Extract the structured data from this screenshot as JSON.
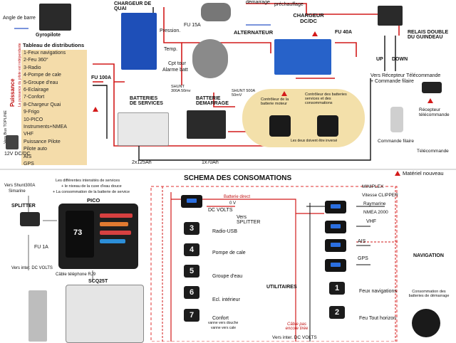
{
  "top": {
    "angle_label": "Angle de barre",
    "gyropilote_label": "Gyropilote",
    "panel_title": "Tableau de distributions",
    "panel_items": [
      "1-Feux navigations",
      "2-Feu 360°",
      "3-Radio",
      "4-Pompe de cale",
      "5-Groupe d'eau",
      "6-Eclairage",
      "7-Confort",
      "8-Chargeur Quai",
      "9-Frigo",
      "10-PICO",
      "Instruments+NMEA",
      "VHF",
      "Puissance Pilote",
      "Pilote auto",
      "AIS",
      "GPS"
    ],
    "puissance_label": "Puissance",
    "puissance_sub": "La puissance du pilote est indépendante",
    "vers_bus": "Vers Bus TOPLINE",
    "dcdc_label": "12V DC/DC",
    "chargeur_quai": "CHARGEUR DE QUAI",
    "pression": "Pression.",
    "temp": "Temp.",
    "fu15": "FU 15A",
    "cpt_tour": "Cpt tour",
    "alarme_batt": "Alarme batt",
    "prechauffage": "préchauffage",
    "demarrage": "démarrage",
    "alternateur": "ALTERNATEUR",
    "chargeur_dcdc": "CHARGEUR DC/DC",
    "fu40": "FU 40A",
    "relais": "RELAIS DOUBLE DU GUINDEAU",
    "up": "UP",
    "down": "DOWN",
    "vers_recepteur": "Vers Récepteur Télécommande",
    "commande_filaire_top": "+ Commande filaire",
    "fu100": "FU 100A",
    "batteries_services": "BATTERIES DE SERVICES",
    "shunt300": "SHUNT 300A 50mv",
    "batterie_demarrage": "BATTERIE DEMARRAGE",
    "shunt500": "SHUNT 500A 50mV",
    "ctrl1": "Contrôleur de la batterie moteur",
    "ctrl2": "Contrôleur des batteries services et des consommations",
    "ctrl_note": "Les deux doivent être inversé",
    "bat_service_cap": "2x125Ah",
    "bat_dem_cap": "1x70Ah",
    "recepteur_tele": "Récepteur télécommande",
    "commande_filaire": "Commande filaire",
    "telecommande": "Télécommande"
  },
  "bottom": {
    "title": "SCHEMA DES CONSOMATIONS",
    "materiel_nouveau": "Matériel nouveau",
    "vers_shunt": "Vers Shunt300A",
    "simarine": "Simarine",
    "desc1": "Les différentes intensités de services",
    "desc2": "+ le niveau de la cuve d'eau douce",
    "desc3": "+ La consommation de la batterie de service",
    "pico": "PICO",
    "splitter": "SPLITTER",
    "fu1": "FU 1A",
    "vers_inter_left": "Vers inter. DC VOLTS",
    "cable_rj9": "Câble téléphone RJ9",
    "scq": "SCQ25T",
    "pico_screen_value": "73",
    "batterie_direct": "Batterie direct",
    "zero_v": "0 V",
    "dc_volts": "DC VOLTS",
    "vers_splitter": "Vers SPLITTER",
    "items_left": [
      {
        "num": "3",
        "label": "Radio-USB"
      },
      {
        "num": "4",
        "label": "Pompe de cale"
      },
      {
        "num": "5",
        "label": "Groupe d'eau"
      },
      {
        "num": "6",
        "label": "Ecl. intérieur"
      },
      {
        "num": "7",
        "label": "Confort"
      }
    ],
    "confort_sub1": "vanne vers douche",
    "confort_sub2": "vanne vers cale",
    "utilitaires": "UTILITAIRES",
    "cable_pas": "Câble pas encore tirée",
    "vers_inter_bottom": "Vers inter. DC VOLTS",
    "miniplex": "MINIPLEX",
    "vitesse": "Vitesse CLIPPER",
    "raymarine": "Raymarine",
    "nmea": "NMEA 2000",
    "vhf": "VHF",
    "ais": "AIS",
    "gps": "GPS",
    "navigation": "NAVIGATION",
    "feux_nav_num": "1",
    "feux_nav": "Feux navigations",
    "feu_tout_num": "2",
    "feu_tout": "Feu Tout horizon",
    "consommation": "Consommation des batteries de démarrage"
  }
}
